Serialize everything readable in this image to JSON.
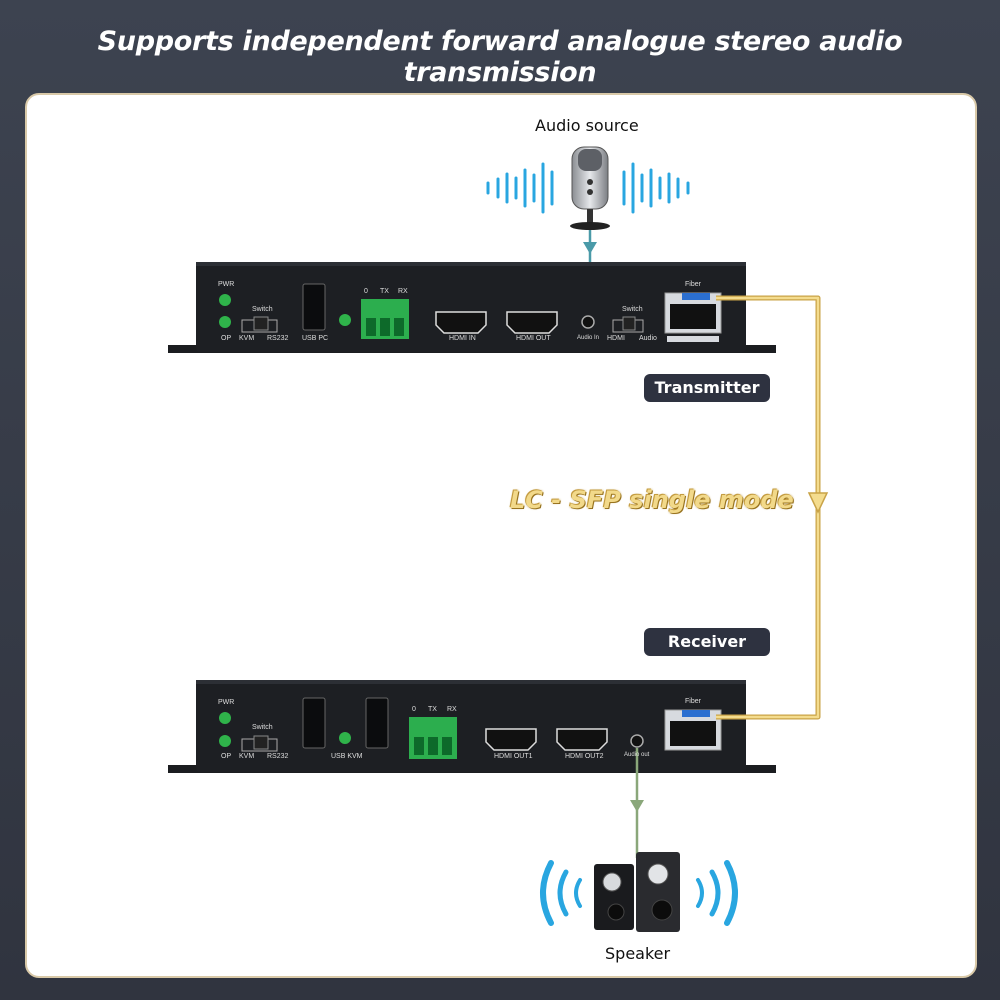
{
  "title": "Supports independent forward analogue stereo audio transmission",
  "source_label": "Audio source",
  "sink_label": "Speaker",
  "link_label": "LC - SFP single mode",
  "transmitter": {
    "tag": "Transmitter",
    "pwr": "PWR",
    "op": "OP",
    "switch": "Switch",
    "kvm": "KVM",
    "rs232": "RS232",
    "usb": "USB PC",
    "term0": "0",
    "termtx": "TX",
    "termrx": "RX",
    "hdmi_in": "HDMI IN",
    "hdmi_out": "HDMI OUT",
    "audio": "Audio In",
    "switch2": "Switch",
    "sw_hdmi": "HDMI",
    "sw_audio": "Audio",
    "fiber": "Fiber"
  },
  "receiver": {
    "tag": "Receiver",
    "pwr": "PWR",
    "op": "OP",
    "switch": "Switch",
    "kvm": "KVM",
    "rs232": "RS232",
    "usb": "USB KVM",
    "term0": "0",
    "termtx": "TX",
    "termrx": "RX",
    "hdmi_out1": "HDMI OUT1",
    "hdmi_out2": "HDMI OUT2",
    "audio": "Audio out",
    "fiber": "Fiber"
  },
  "colors": {
    "fiber": "#e8c76a",
    "audio_in_line": "#4a9aa8",
    "audio_out_line": "#8aa77a",
    "wave": "#29a6e0",
    "device": "#1b1d20"
  }
}
